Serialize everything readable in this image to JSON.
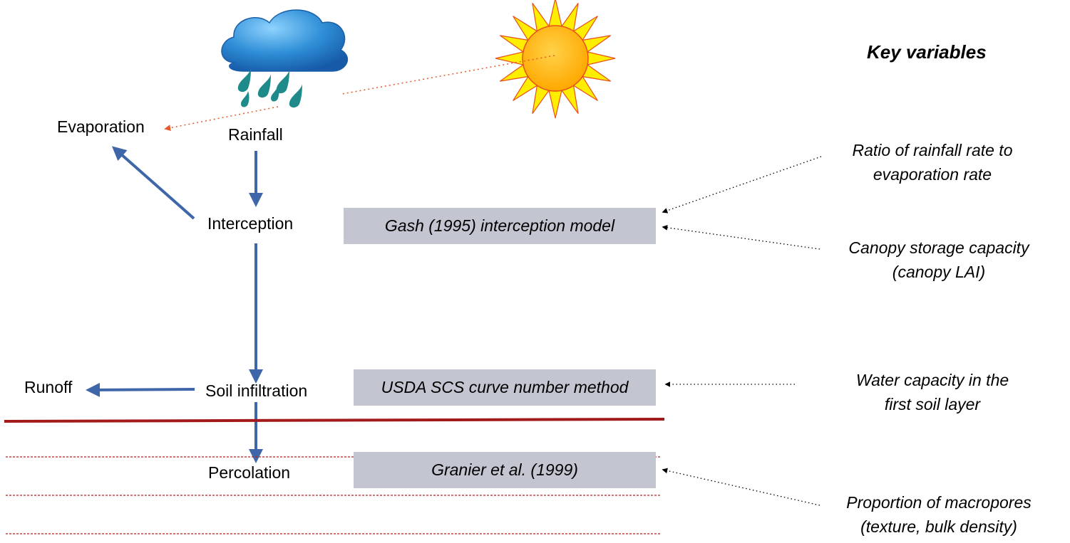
{
  "process": {
    "rainfall": "Rainfall",
    "evaporation": "Evaporation",
    "interception": "Interception",
    "runoff": "Runoff",
    "soil_infiltration": "Soil infiltration",
    "percolation": "Percolation"
  },
  "models": {
    "gash": "Gash (1995) interception model",
    "usda": "USDA SCS curve number method",
    "granier": "Granier et al. (1999)"
  },
  "key_variables": {
    "title": "Key variables",
    "items": [
      [
        "Ratio of rainfall rate to",
        "evaporation rate"
      ],
      [
        "Canopy storage capacity",
        "(canopy LAI)"
      ],
      [
        "Water capacity in the",
        "first soil layer"
      ],
      [
        "Proportion of macropores",
        "(texture, bulk density)"
      ]
    ]
  },
  "colors": {
    "flow_arrow": "#3f66a8",
    "evaporation_arrow": "#e8582c",
    "ground_line": "#a31a1a",
    "soil_layer_line": "#b22222",
    "model_box": "#c3c5d1",
    "sun_fill": "#ffb000",
    "sun_rays": "#ffee00",
    "cloud": "#2e8ed6",
    "raindrop": "#1f8a8a"
  }
}
